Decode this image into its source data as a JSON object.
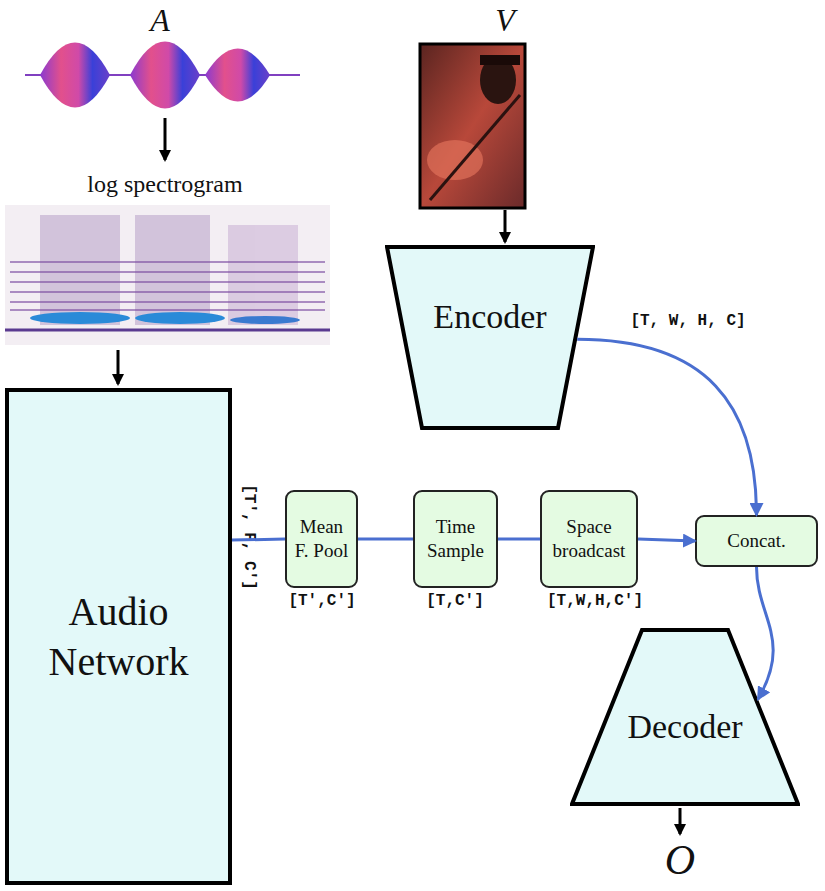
{
  "diagram": {
    "nodes": [
      {
        "text": [
          "Encoder"
        ]
      },
      {
        "text": [
          "Audio Network"
        ]
      },
      {
        "text": [
          "Mean F. Pool"
        ]
      },
      {
        "text": [
          "Time Sample"
        ]
      },
      {
        "text": [
          "Space broadcast"
        ]
      },
      {
        "text": [
          "Concat."
        ]
      },
      {
        "text": [
          "Decoder"
        ]
      }
    ],
    "edges": [
      {
        "from": 1,
        "to": 2,
        "arrow": "none"
      },
      {
        "from": 2,
        "to": 3,
        "arrow": "none"
      },
      {
        "from": 3,
        "to": 4,
        "arrow": "none"
      },
      {
        "from": 4,
        "to": 5,
        "arrow": "to"
      },
      {
        "from": 0,
        "to": 5,
        "arrow": "to"
      },
      {
        "from": 5,
        "to": 6,
        "arrow": "to"
      }
    ],
    "labels": [
      "A",
      "V",
      "log spectrogram",
      "[T, W, H, C]",
      "[T', F, C']",
      "[T',C']",
      "[T,C']",
      "[T,W,H,C']",
      "O"
    ]
  }
}
